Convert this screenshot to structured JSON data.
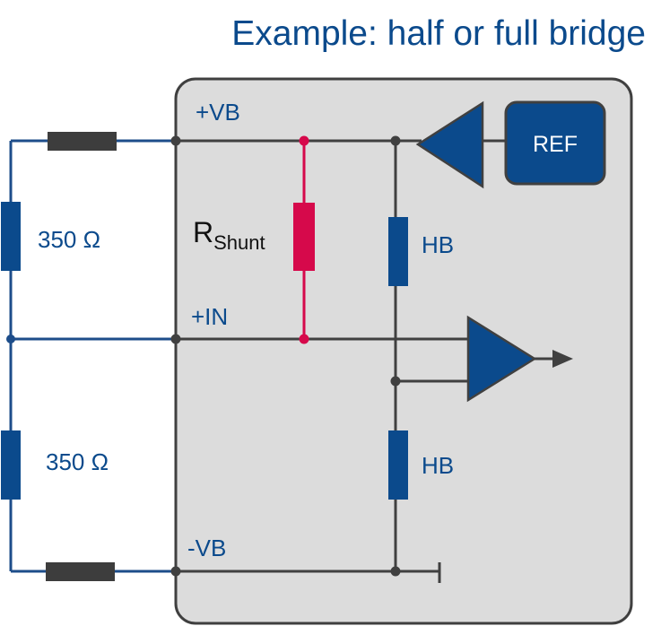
{
  "title": "Example: half or full bridge",
  "labels": {
    "vb_plus": "+VB",
    "in_plus": "+IN",
    "vb_minus": "-VB",
    "r_top": "350 Ω",
    "r_bottom": "350 Ω",
    "shunt_main": "R",
    "shunt_sub": "Shunt",
    "hb_top": "HB",
    "hb_bottom": "HB",
    "ref": "REF"
  },
  "colors": {
    "wire_outer": "#1d4d8a",
    "wire_inner": "#404040",
    "component_blue": "#0b4a8c",
    "resistor_dark": "#3d3d3d",
    "shunt": "#d6094b",
    "module_fill": "#dcdcdc",
    "module_border": "#3f3f3f"
  }
}
